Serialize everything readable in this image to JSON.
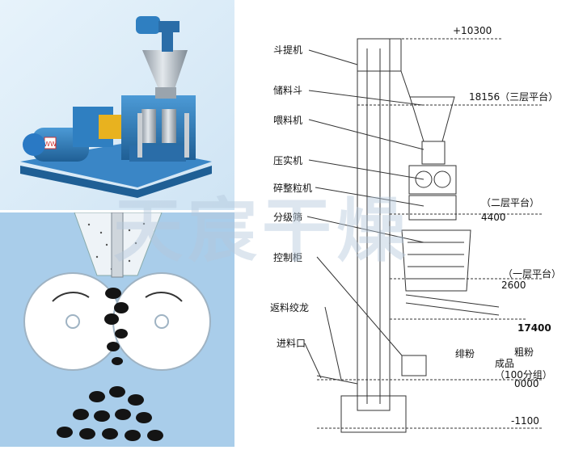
{
  "labels": {
    "bucket_elevator": "斗提机",
    "storage_hopper": "储料斗",
    "feeder": "喂料机",
    "compactor": "压实机",
    "crusher_granulator": "碎整粒机",
    "classifying_screen": "分级筛",
    "control_cabinet": "控制柜",
    "return_screw": "返料绞龙",
    "inlet": "进料口"
  },
  "elevations": {
    "top": "+10300",
    "third_platform": "18156（三层平台）",
    "second_platform_label": "（二层平台）",
    "second_platform_value": "4400",
    "first_platform_label": "（一层平台）",
    "first_platform_value": "2600",
    "level_17400": "17400",
    "ground": "0000",
    "pit": "-1100"
  },
  "products": {
    "fine_powder": "绯粉",
    "coarse_powder": "粗粉",
    "finished": "成品",
    "group": "（100分组）"
  },
  "watermark": "天宸干燥",
  "nameplate": "WW",
  "colors": {
    "machine_blue": "#2f7fc1",
    "machine_blue_dark": "#1f5f95",
    "motor": "#2a79c4",
    "hopper_steel": "#b9c1c8",
    "gear_yellow": "#e8b21f",
    "illus_bg": "#a9cdea",
    "pellet": "#141414",
    "line": "#333333"
  }
}
